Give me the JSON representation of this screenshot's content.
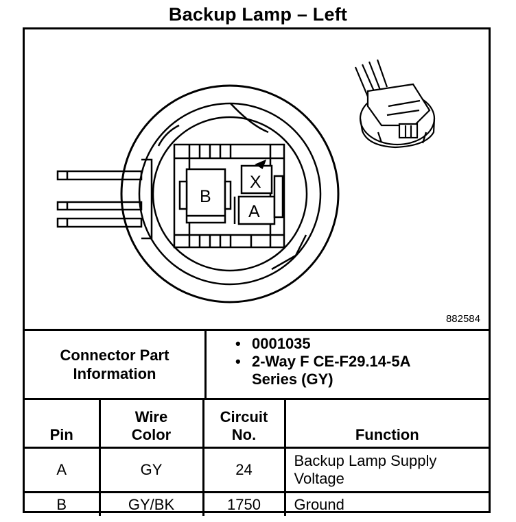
{
  "title": "Backup Lamp – Left",
  "diagram": {
    "figure_id": "882584",
    "cavity_labels": [
      "B",
      "X",
      "A"
    ]
  },
  "connector_info": {
    "label_line1": "Connector Part",
    "label_line2": "Information",
    "items": [
      "0001035",
      "2-Way F CE-F29.14-5A Series (GY)"
    ]
  },
  "pin_table": {
    "headers": {
      "pin": "Pin",
      "wire_color_1": "Wire",
      "wire_color_2": "Color",
      "circuit_1": "Circuit",
      "circuit_2": "No.",
      "function": "Function"
    },
    "rows": [
      {
        "pin": "A",
        "wire_color": "GY",
        "circuit": "24",
        "function": "Backup Lamp Supply Voltage"
      },
      {
        "pin": "B",
        "wire_color": "GY/BK",
        "circuit": "1750",
        "function": "Ground"
      }
    ]
  }
}
